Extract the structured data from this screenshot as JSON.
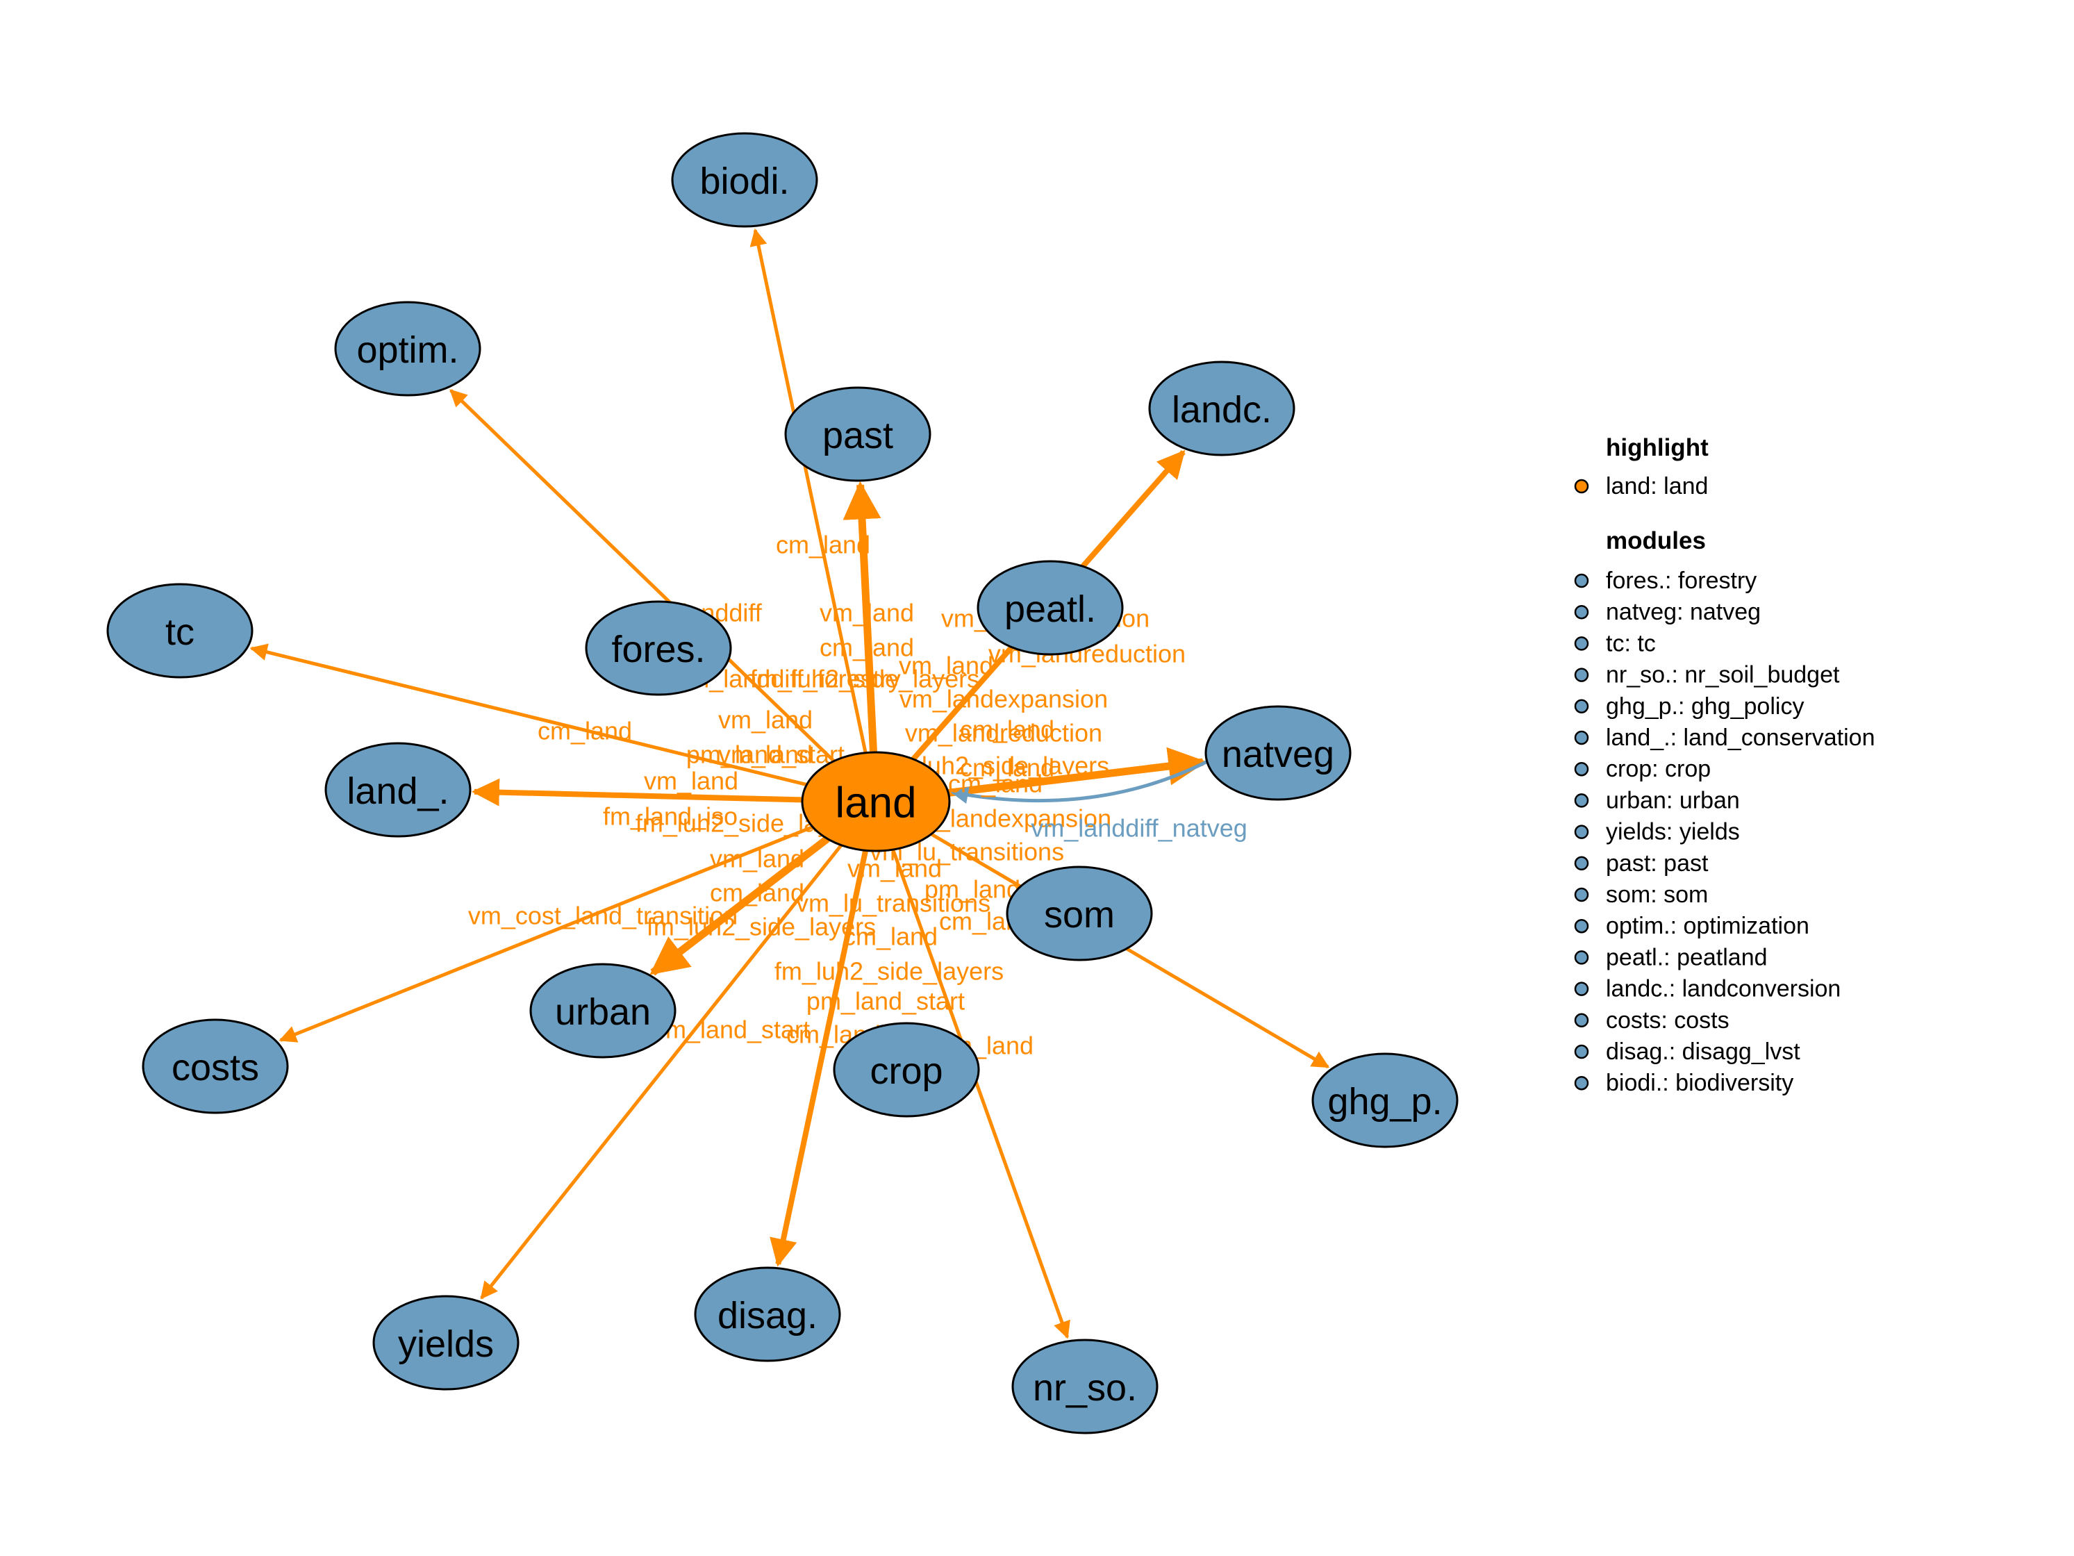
{
  "colors": {
    "module": "#6b9dc0",
    "highlight": "#ff8c00",
    "edge": "#ff8c00",
    "edge_in": "#6b9dc0",
    "outline": "#000000"
  },
  "nodes": [
    {
      "id": "land",
      "label": "land",
      "highlight": true
    },
    {
      "id": "biodi",
      "label": "biodi."
    },
    {
      "id": "optim",
      "label": "optim."
    },
    {
      "id": "past",
      "label": "past"
    },
    {
      "id": "landc",
      "label": "landc."
    },
    {
      "id": "tc",
      "label": "tc"
    },
    {
      "id": "fores",
      "label": "fores."
    },
    {
      "id": "peatl",
      "label": "peatl."
    },
    {
      "id": "natveg",
      "label": "natveg"
    },
    {
      "id": "land_",
      "label": "land_."
    },
    {
      "id": "som",
      "label": "som"
    },
    {
      "id": "urban",
      "label": "urban"
    },
    {
      "id": "costs",
      "label": "costs"
    },
    {
      "id": "crop",
      "label": "crop"
    },
    {
      "id": "ghg_p",
      "label": "ghg_p."
    },
    {
      "id": "yields",
      "label": "yields"
    },
    {
      "id": "disag",
      "label": "disag."
    },
    {
      "id": "nr_so",
      "label": "nr_so."
    }
  ],
  "edges": [
    {
      "from": "land",
      "to": "biodi",
      "weight": 1
    },
    {
      "from": "land",
      "to": "optim",
      "weight": 1
    },
    {
      "from": "land",
      "to": "past",
      "weight": 3
    },
    {
      "from": "land",
      "to": "landc",
      "weight": 2
    },
    {
      "from": "land",
      "to": "tc",
      "weight": 1
    },
    {
      "from": "land",
      "to": "natveg",
      "weight": 3
    },
    {
      "from": "land",
      "to": "land_",
      "weight": 2
    },
    {
      "from": "land",
      "to": "costs",
      "weight": 1
    },
    {
      "from": "land",
      "to": "urban",
      "weight": 3
    },
    {
      "from": "land",
      "to": "yields",
      "weight": 1
    },
    {
      "from": "land",
      "to": "disag",
      "weight": 2
    },
    {
      "from": "land",
      "to": "nr_so",
      "weight": 1
    },
    {
      "from": "land",
      "to": "ghg_p",
      "weight": 1
    },
    {
      "from": "natveg",
      "to": "land",
      "weight": 1,
      "incoming": true
    }
  ],
  "edge_labels": [
    {
      "text": "cm_land"
    },
    {
      "text": "vm_landdiff"
    },
    {
      "text": "vm_land"
    },
    {
      "text": "vm_landexpansion"
    },
    {
      "text": "cm_land"
    },
    {
      "text": "vm_landreduction"
    },
    {
      "text": "vm_landdiff_forestry"
    },
    {
      "text": "fm_luh2_side_layers"
    },
    {
      "text": "vm_land"
    },
    {
      "text": "vm_landexpansion"
    },
    {
      "text": "vm_land"
    },
    {
      "text": "vm_landreduction"
    },
    {
      "text": "cm_land"
    },
    {
      "text": "cm_land"
    },
    {
      "text": "vm_land"
    },
    {
      "text": "pm_land_start"
    },
    {
      "text": "fm_luh2_side_layers"
    },
    {
      "text": "cm_land"
    },
    {
      "text": "cm_land"
    },
    {
      "text": "vm_land"
    },
    {
      "text": "fm_land_iso"
    },
    {
      "text": "vm_landexpansion"
    },
    {
      "text": "fm_luh2_side_layers"
    },
    {
      "text": "vm_lu_transitions"
    },
    {
      "text": "vm_land"
    },
    {
      "text": "vm_land"
    },
    {
      "text": "pm_land_start"
    },
    {
      "text": "cm_land"
    },
    {
      "text": "vm_lu_transitions"
    },
    {
      "text": "vm_cost_land_transition"
    },
    {
      "text": "cm_land"
    },
    {
      "text": "fm_luh2_side_layers"
    },
    {
      "text": "cm_land"
    },
    {
      "text": "fm_luh2_side_layers"
    },
    {
      "text": "pm_land_start"
    },
    {
      "text": "pm_land_start"
    },
    {
      "text": "cm_land"
    },
    {
      "text": "vm_land"
    },
    {
      "text": "vm_landdiff_natveg",
      "incoming": true
    }
  ],
  "legend": {
    "highlight_title": "highlight",
    "highlight_items": [
      "land: land"
    ],
    "modules_title": "modules",
    "modules_items": [
      "fores.: forestry",
      "natveg: natveg",
      "tc: tc",
      "nr_so.: nr_soil_budget",
      "ghg_p.: ghg_policy",
      "land_.: land_conservation",
      "crop: crop",
      "urban: urban",
      "yields: yields",
      "past: past",
      "som: som",
      "optim.: optimization",
      "peatl.: peatland",
      "landc.: landconversion",
      "costs: costs",
      "disag.: disagg_lvst",
      "biodi.: biodiversity"
    ]
  }
}
